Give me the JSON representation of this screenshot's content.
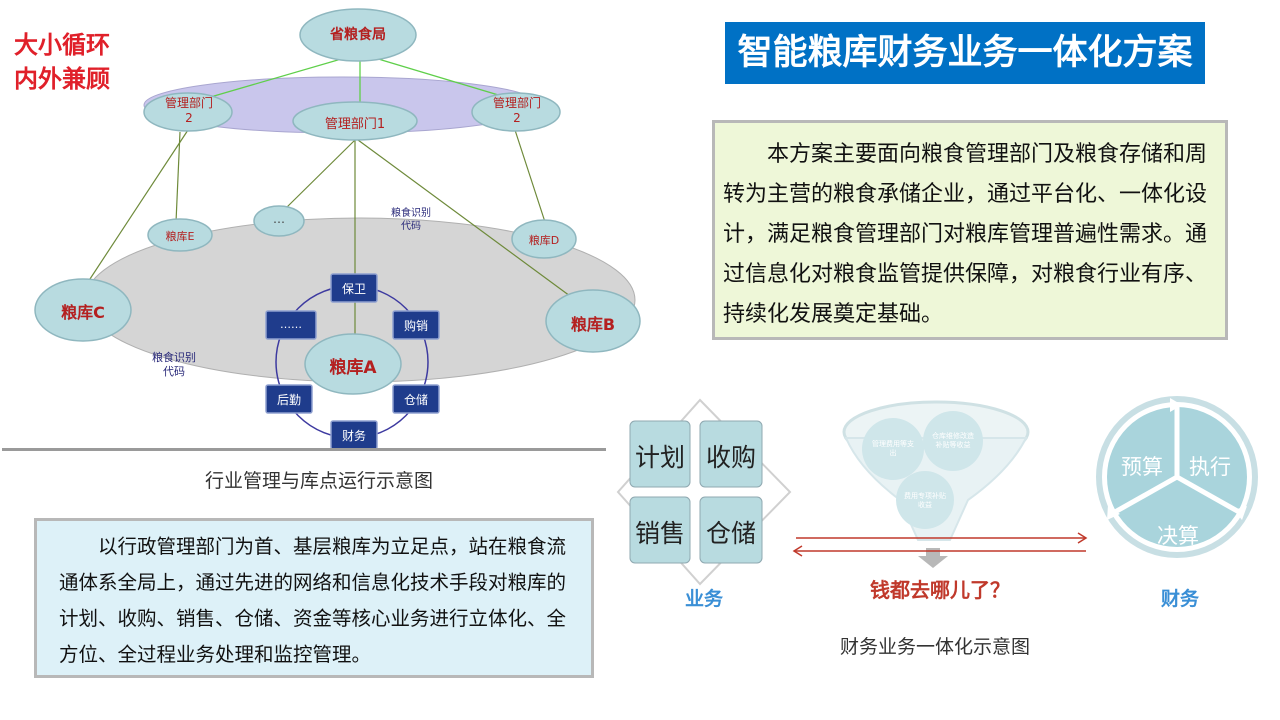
{
  "slogan": {
    "line1": "大小循环",
    "line2": "内外兼顾"
  },
  "title": "智能粮库财务业务一体化方案",
  "description_main": "本方案主要面向粮食管理部门及粮食存储和周转为主营的粮食承储企业，通过平台化、一体化设计，满足粮食管理部门对粮库管理普遍性需求。通过信息化对粮食监管提供保障，对粮食行业有序、持续化发展奠定基础。",
  "description_industry": "以行政管理部门为首、基层粮库为立足点，站在粮食流通体系全局上，通过先进的网络和信息化技术手段对粮库的计划、收购、销售、仓储、资金等核心业务进行立体化、全方位、全过程业务处理和监控管理。",
  "industry_diagram": {
    "caption": "行业管理与库点运行示意图",
    "top": "省粮食局",
    "dept_left": "管理部门2",
    "dept_center": "管理部门1",
    "dept_right": "管理部门2",
    "depot_e": "粮库E",
    "depot_dots": "…",
    "depot_d": "粮库D",
    "depot_c": "粮库C",
    "depot_b": "粮库B",
    "depot_a": "粮库A",
    "code_label_top": "粮食识别代码",
    "code_label_bottom": "粮食识别代码",
    "ring": [
      "保卫",
      "购销",
      "仓储",
      "财务",
      "后勤",
      "……"
    ]
  },
  "finance_diagram": {
    "caption": "财务业务一体化示意图",
    "business_tiles": [
      "计划",
      "收购",
      "销售",
      "仓储"
    ],
    "business_label": "业务",
    "question": "钱都去哪儿了？",
    "cycle": [
      "预算",
      "执行",
      "决算"
    ],
    "finance_label": "财务",
    "funnel_items": [
      "管理费用等支出",
      "仓库维修改造补贴等收益",
      "费用专项补贴收益"
    ]
  },
  "colors": {
    "title_bg": "#0071c5",
    "slogan": "#e0202a",
    "node_fill": "#b8dbe0",
    "ring_box": "#1f3c8c",
    "arrow": "#c0392b",
    "finance_label": "#3a8fd6"
  }
}
